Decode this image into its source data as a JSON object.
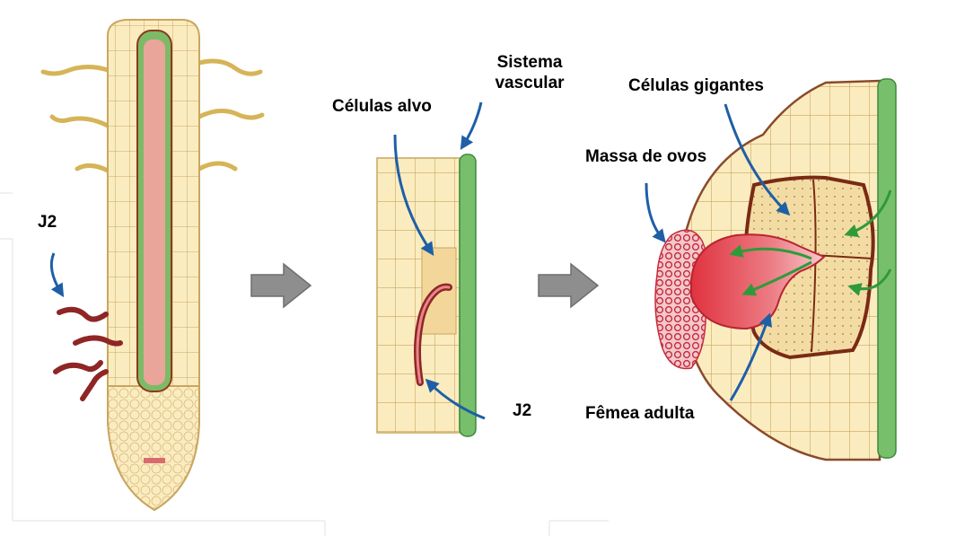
{
  "colors": {
    "cell_fill": "#fbecc0",
    "cell_line": "#c9a660",
    "vascular_green": "#78bf6c",
    "pink_stele": "#eaa59b",
    "nematode": "#8f2626",
    "giant_cell_border": "#7a2a14",
    "female_red": "#df3a45",
    "egg_mass": "#d23a4a",
    "arrow_blue": "#1e5fa6",
    "arrow_grey": "#8e8e8e",
    "arrow_green": "#2f9a3a"
  },
  "icons": {
    "step_arrow_1": "right-arrow-icon",
    "step_arrow_2": "right-arrow-icon"
  },
  "labels": {
    "j2_left": "J2",
    "celulas_alvo": "Células alvo",
    "sistema_vascular_line1": "Sistema",
    "sistema_vascular_line2": "vascular",
    "j2_middle": "J2",
    "celulas_gigantes": "Células gigantes",
    "massa_de_ovos": "Massa de ovos",
    "femea_adulta": "Fêmea adulta"
  }
}
